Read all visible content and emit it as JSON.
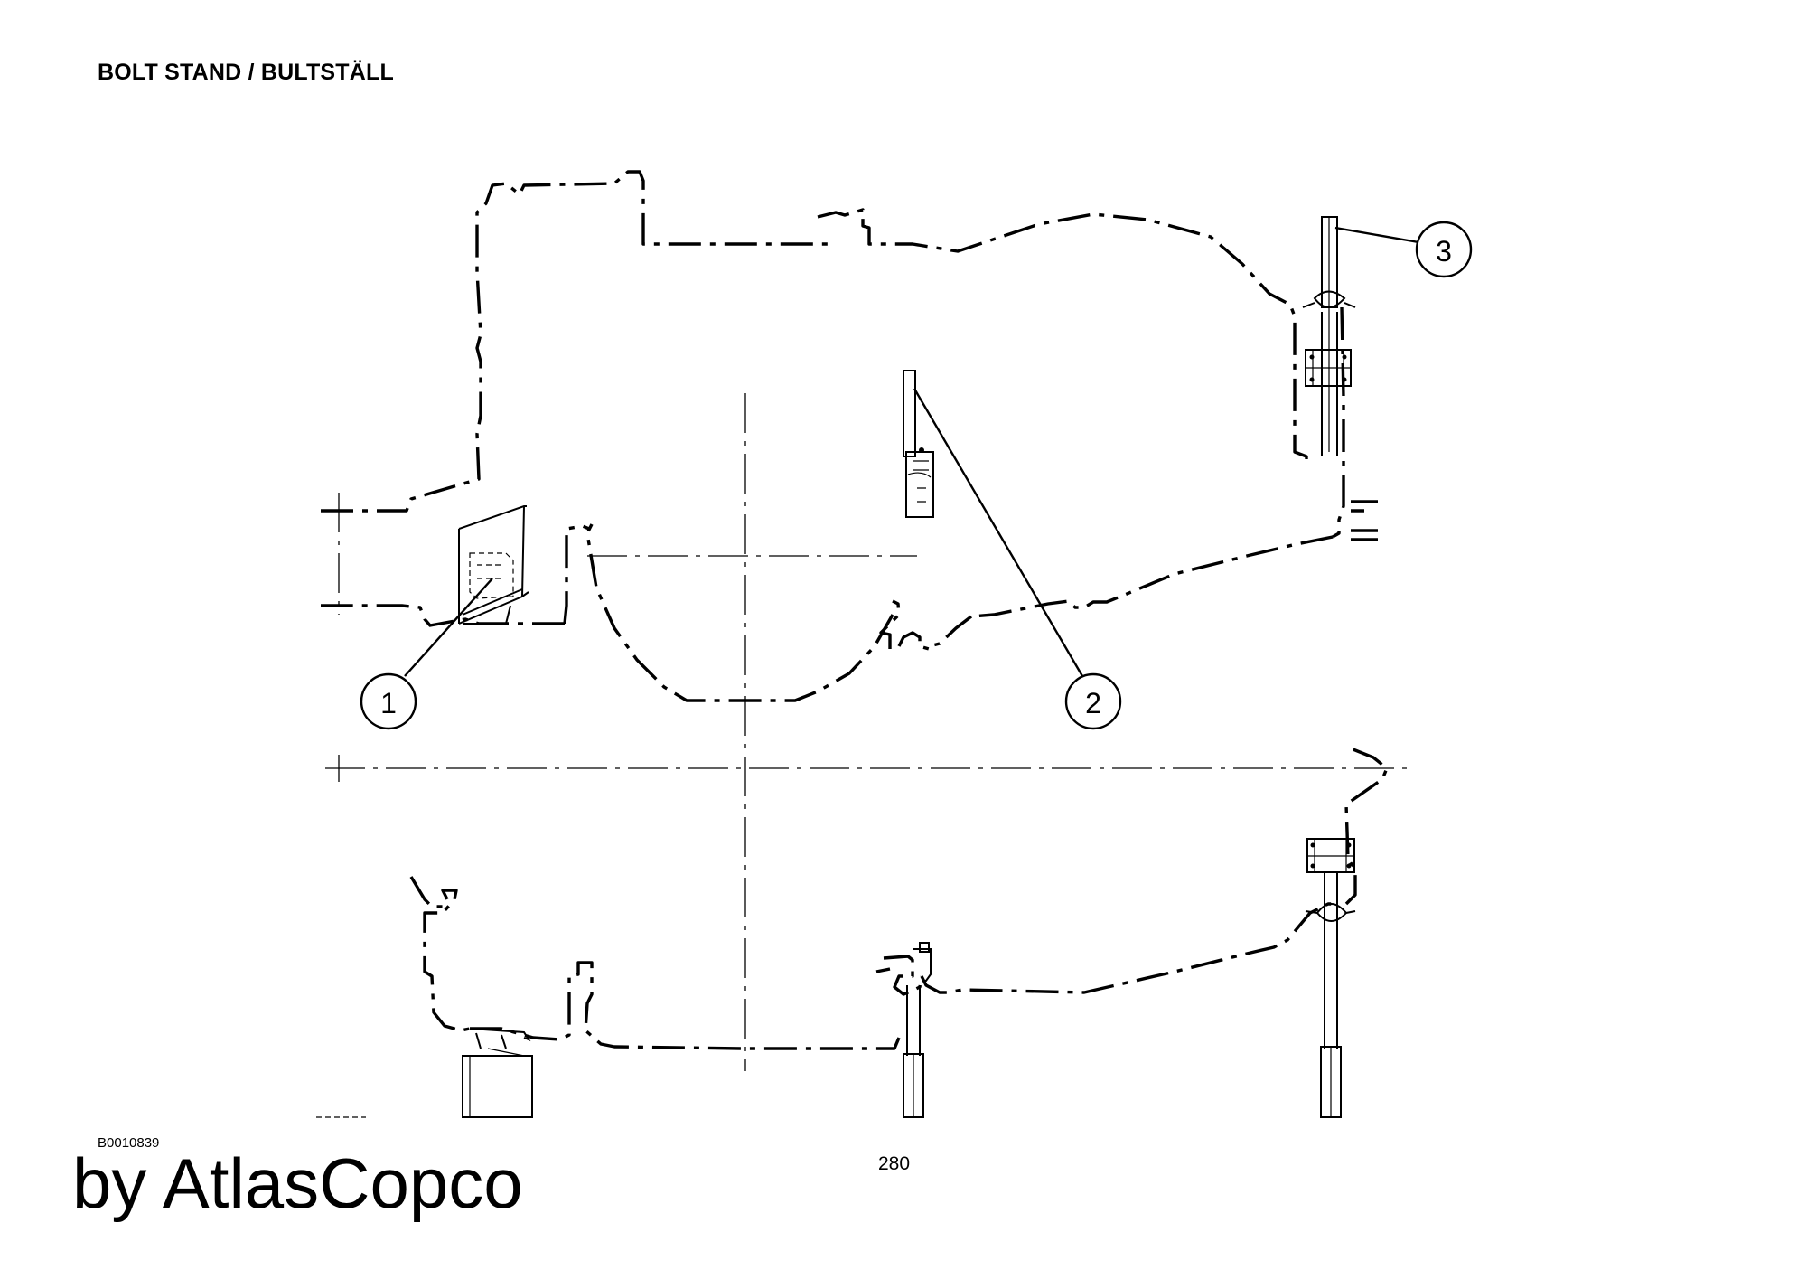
{
  "header": {
    "title": "BOLT STAND / BULTSTÄLL"
  },
  "drawing": {
    "balloons": [
      {
        "label": "1"
      },
      {
        "label": "2"
      },
      {
        "label": "3"
      }
    ]
  },
  "footer": {
    "drawing_number": "B0010839",
    "page_number": "280",
    "brand": "by AtlasCopco"
  }
}
